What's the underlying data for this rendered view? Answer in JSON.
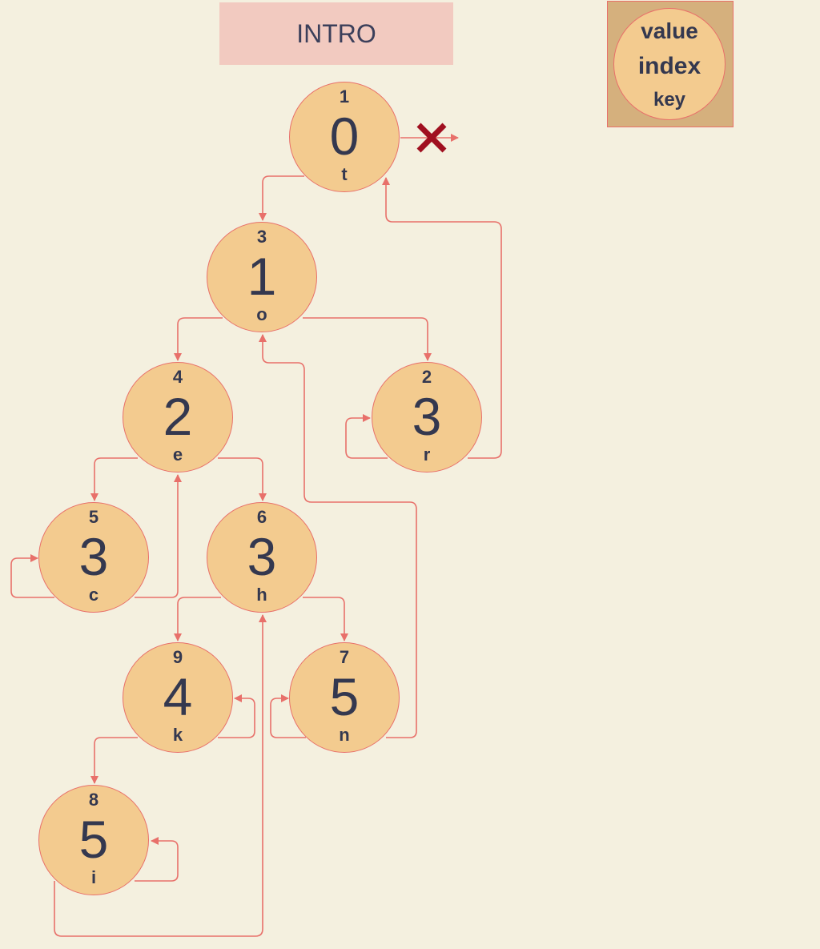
{
  "title": "INTRO",
  "legend": {
    "value": "value",
    "index": "index",
    "key": "key"
  },
  "colors": {
    "background": "#F4F0DF",
    "node_fill": "#F3CB8F",
    "edge": "#E8706A",
    "title_fill": "#F2CAC0",
    "legend_fill": "#D5B07D",
    "cross": "#A01020"
  },
  "nodes": [
    {
      "id": "n0",
      "index": "1",
      "value": "0",
      "key": "t"
    },
    {
      "id": "n1",
      "index": "3",
      "value": "1",
      "key": "o"
    },
    {
      "id": "n2",
      "index": "4",
      "value": "2",
      "key": "e"
    },
    {
      "id": "n3",
      "index": "2",
      "value": "3",
      "key": "r"
    },
    {
      "id": "n4",
      "index": "5",
      "value": "3",
      "key": "c"
    },
    {
      "id": "n5",
      "index": "6",
      "value": "3",
      "key": "h"
    },
    {
      "id": "n6",
      "index": "9",
      "value": "4",
      "key": "k"
    },
    {
      "id": "n7",
      "index": "7",
      "value": "5",
      "key": "n"
    },
    {
      "id": "n8",
      "index": "8",
      "value": "5",
      "key": "i"
    }
  ],
  "terminator_icon": "cross-icon"
}
